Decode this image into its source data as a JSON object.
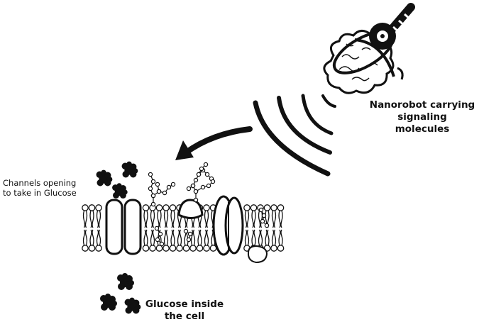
{
  "labels": {
    "nanorobot": [
      "Nanorobot carrying",
      "signaling molecules"
    ],
    "channels": [
      "Channels opening",
      "to take in Glucose"
    ],
    "glucose": [
      "Glucose inside",
      "the cell"
    ]
  },
  "colors": {
    "ink": "#111111",
    "background": "#ffffff"
  }
}
